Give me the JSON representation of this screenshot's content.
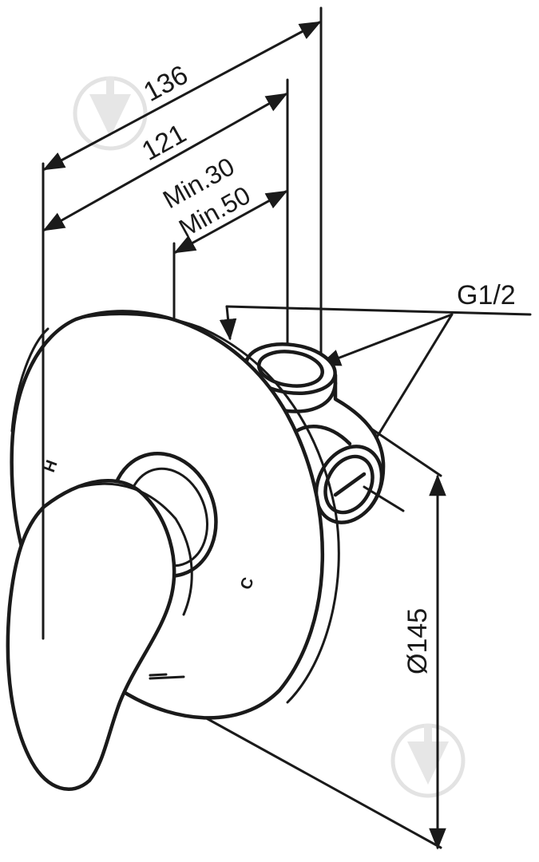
{
  "dimensions": {
    "width_total": "136",
    "width_body": "121",
    "min_depth_1": "Min.30",
    "min_depth_2": "Min.50",
    "thread": "G1/2",
    "diameter": "Ø145"
  },
  "markings": {
    "hot": "H",
    "cold": "C"
  },
  "colors": {
    "line": "#1a1a1a",
    "background": "#ffffff",
    "watermark": "#e3e3e3"
  },
  "icons": [
    "watermark-logo-icon"
  ]
}
